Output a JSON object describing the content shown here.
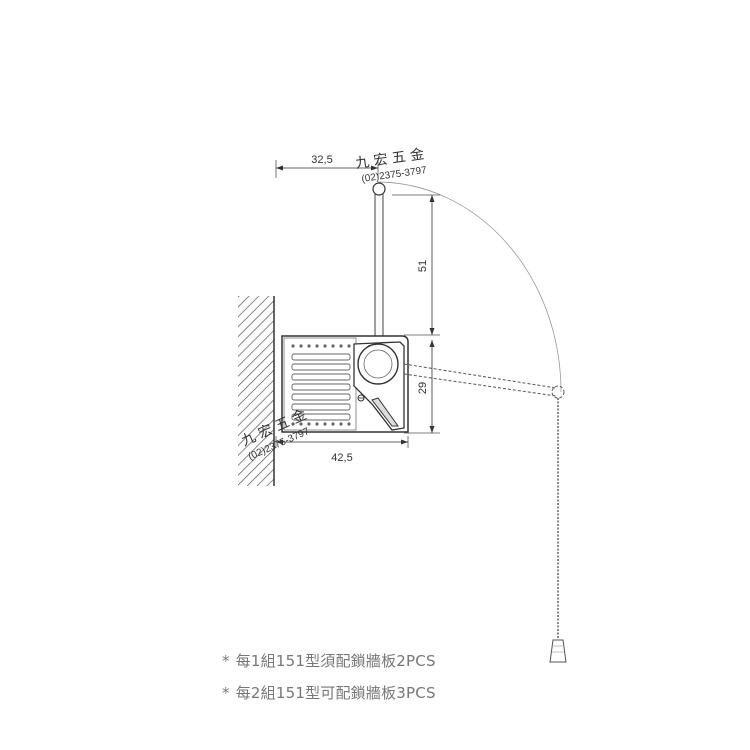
{
  "dimensions": {
    "top_width": "32,5",
    "vertical_pole": "51",
    "box_height": "29",
    "box_width": "42,5"
  },
  "watermark": {
    "name": "九 宏 五 金",
    "phone": "(02)2375-3797"
  },
  "notes": [
    {
      "star": "*",
      "text": "每1組151型須配鎖牆板2PCS"
    },
    {
      "star": "*",
      "text": "每2組151型可配鎖牆板3PCS"
    }
  ]
}
